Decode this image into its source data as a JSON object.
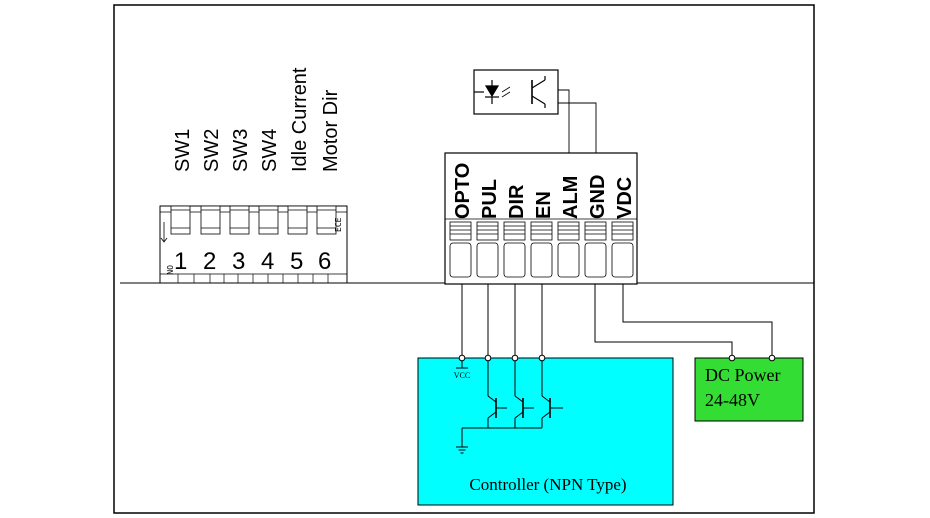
{
  "switches": {
    "labels": [
      "SW1",
      "SW2",
      "SW3",
      "SW4",
      "Idle Current",
      "Motor Dir"
    ],
    "numbers": [
      "1",
      "2",
      "3",
      "4",
      "5",
      "6"
    ],
    "tag_top": "ECE",
    "tag_side": "ON"
  },
  "terminals": [
    "OPTO",
    "PUL",
    "DIR",
    "EN",
    "ALM",
    "GND",
    "VDC"
  ],
  "controller": {
    "label": "Controller (NPN Type)",
    "vcc": "VCC",
    "color": "#00ffff"
  },
  "power": {
    "line1": "DC Power",
    "line2": "24-48V",
    "color": "#33dd33"
  },
  "icons": {
    "optocoupler": "optocoupler-icon",
    "transistor": "npn-transistor-icon",
    "ground": "ground-icon"
  }
}
